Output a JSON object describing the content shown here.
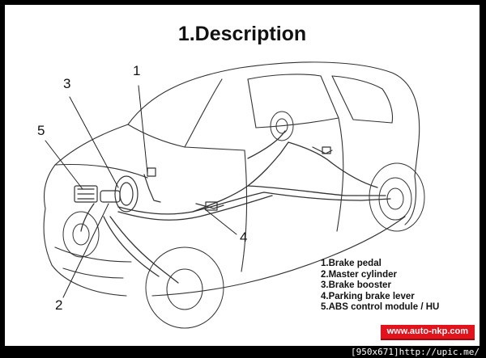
{
  "title": "1.Description",
  "callouts": [
    "1",
    "2",
    "3",
    "4",
    "5"
  ],
  "legend": [
    "1.Brake pedal",
    "2.Master cylinder",
    "3.Brake booster",
    "4.Parking brake lever",
    "5.ABS control module / HU"
  ],
  "watermark": "www.auto-nkp.com",
  "source_caption": "[950x671]http://upic.me/",
  "colors": {
    "background": "#ffffff",
    "line": "#333333",
    "watermark": "#e3121b",
    "outer_border": "#000000"
  }
}
